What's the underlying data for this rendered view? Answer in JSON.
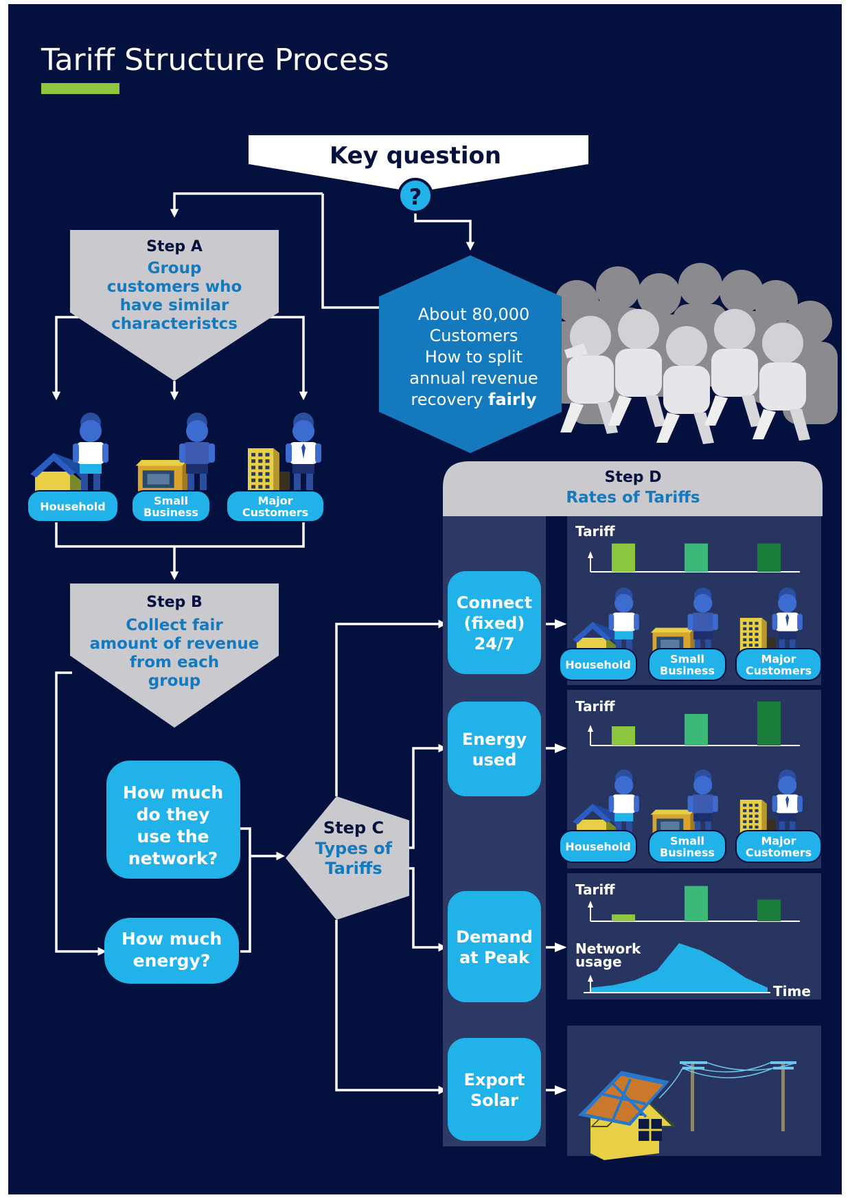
{
  "title": "Tariff Structure Process",
  "key_question": {
    "label": "Key question",
    "icon": "question-icon",
    "lines": [
      "About 80,000",
      "Customers",
      "How to split",
      "annual revenue",
      "recovery "
    ],
    "emphasis": "fairly"
  },
  "step_a": {
    "label": "Step A",
    "lines": [
      "Group",
      "customers who",
      "have similar",
      "characteristcs"
    ]
  },
  "customer_groups": [
    {
      "lines": [
        "Household"
      ]
    },
    {
      "lines": [
        "Small",
        "Business"
      ]
    },
    {
      "lines": [
        "Major",
        "Customers"
      ]
    }
  ],
  "step_b": {
    "label": "Step B",
    "lines": [
      "Collect fair",
      "amount of revenue",
      "from each",
      "group"
    ]
  },
  "network_question": {
    "lines": [
      "How much",
      "do they",
      "use the",
      "network?"
    ]
  },
  "energy_question": {
    "lines": [
      "How much",
      "energy?"
    ]
  },
  "step_c": {
    "label": "Step C",
    "lines": [
      "Types of",
      "Tariffs"
    ]
  },
  "step_d": {
    "label": "Step D",
    "sublabel": "Rates of Tariffs"
  },
  "tariff_types": [
    {
      "lines": [
        "Connect",
        "(fixed)",
        "24/7"
      ]
    },
    {
      "lines": [
        "Energy",
        "used"
      ]
    },
    {
      "lines": [
        "Demand",
        "at Peak"
      ]
    },
    {
      "lines": [
        "Export",
        "Solar"
      ]
    }
  ],
  "chart_data": [
    {
      "type": "bar",
      "title": "",
      "ylabel": "Tariff",
      "categories": [
        "Household",
        "Small Business",
        "Major Customers"
      ],
      "values": [
        1,
        1,
        1
      ],
      "ylim": [
        0,
        1.6
      ],
      "colors": [
        "#8dc63f",
        "#3cb878",
        "#1a7d3c"
      ]
    },
    {
      "type": "bar",
      "title": "",
      "ylabel": "Tariff",
      "categories": [
        "Household",
        "Small Business",
        "Major Customers"
      ],
      "values": [
        0.7,
        1.15,
        1.6
      ],
      "ylim": [
        0,
        1.6
      ],
      "colors": [
        "#8dc63f",
        "#3cb878",
        "#1a7d3c"
      ]
    },
    {
      "type": "bar",
      "title": "",
      "ylabel": "Tariff",
      "categories": [
        "",
        "",
        ""
      ],
      "values": [
        0.3,
        1.55,
        0.95
      ],
      "ylim": [
        0,
        1.6
      ],
      "colors": [
        "#8dc63f",
        "#3cb878",
        "#1a7d3c"
      ]
    },
    {
      "type": "area",
      "title": "",
      "ylabel": "Network usage",
      "xlabel": "Time",
      "shape": [
        0.1,
        0.15,
        0.25,
        0.45,
        1.0,
        0.85,
        0.6,
        0.3,
        0.1
      ]
    }
  ],
  "colors": {
    "background": "#04103d",
    "accent": "#8dc63f",
    "cyan": "#21b2ea",
    "blue": "#1579bd",
    "grey": "#c9c9ce",
    "panel": "#2d3a66",
    "panel_dark": "#283560"
  }
}
